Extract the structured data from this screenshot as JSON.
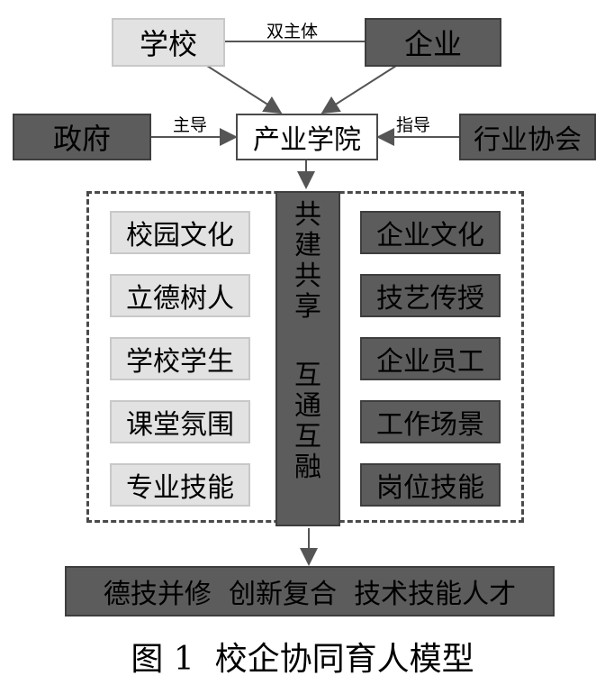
{
  "top": {
    "school": "学校",
    "enterprise": "企业",
    "relation": "双主体"
  },
  "middle": {
    "government": "政府",
    "industry_college": "产业学院",
    "association": "行业协会",
    "gov_relation": "主导",
    "assoc_relation": "指导"
  },
  "center_column": {
    "upper": [
      "共",
      "建",
      "共",
      "享"
    ],
    "lower": [
      "互",
      "通",
      "互",
      "融"
    ]
  },
  "left_items": [
    "校园文化",
    "立德树人",
    "学校学生",
    "课堂氛围",
    "专业技能"
  ],
  "right_items": [
    "企业文化",
    "技艺传授",
    "企业员工",
    "工作场景",
    "岗位技能"
  ],
  "outcome": "德技并修  创新复合  技术技能人才",
  "caption": "图 1  校企协同育人模型",
  "colors": {
    "light_box": "#e2e2e2",
    "dark_box": "#5c5c5c",
    "line": "#4a4a4a"
  }
}
